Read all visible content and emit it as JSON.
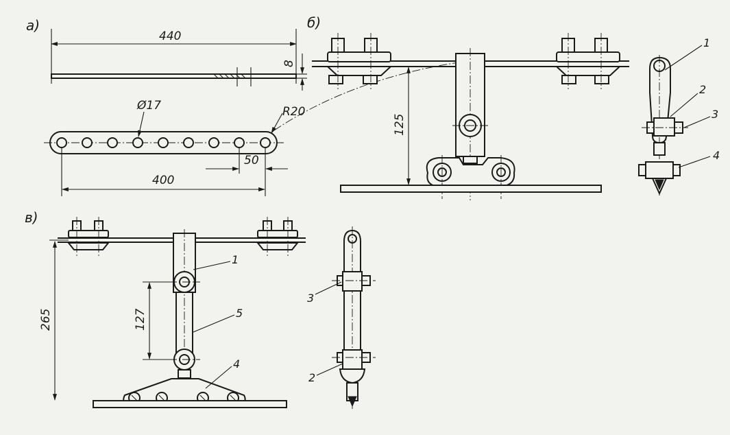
{
  "panels": {
    "a": {
      "label": "а)",
      "dim_length_top": "440",
      "dim_thickness": "8",
      "dim_hole": "Ø17",
      "dim_radius": "R20",
      "dim_pitch": "50",
      "dim_length_bottom": "400"
    },
    "b": {
      "label": "б)",
      "dim_height": "125",
      "callouts": [
        "1",
        "2",
        "3",
        "4"
      ]
    },
    "v": {
      "label": "в)",
      "dim_height": "265",
      "dim_link": "127",
      "callouts_front": [
        "1",
        "5",
        "4"
      ],
      "callouts_side": [
        "3",
        "2"
      ]
    }
  }
}
